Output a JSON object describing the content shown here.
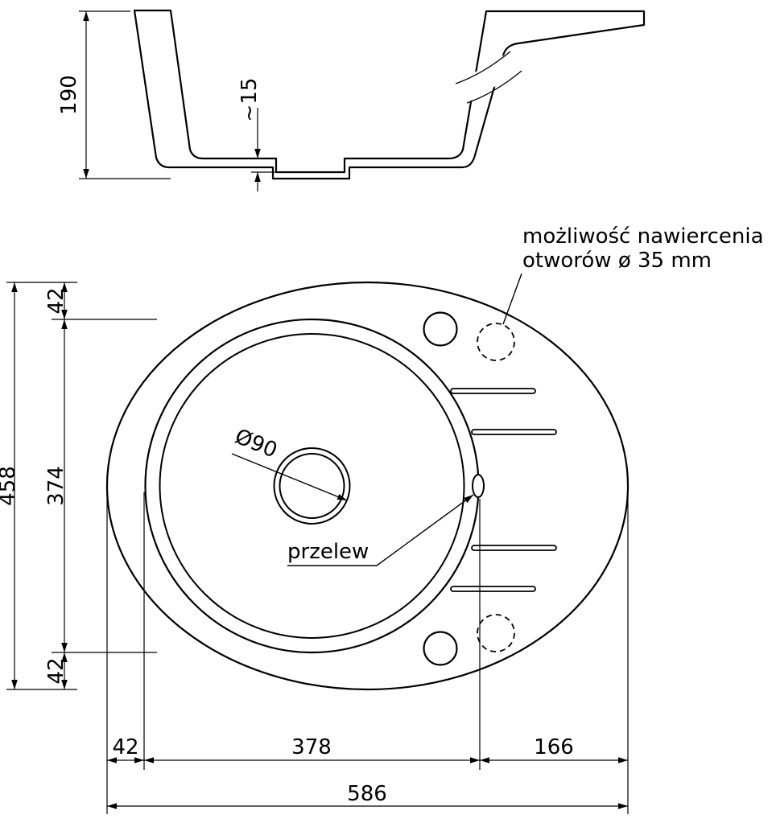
{
  "colors": {
    "line": "#000000",
    "background": "#ffffff"
  },
  "cross_section": {
    "depth_dim": "190",
    "recess_dim": "~15"
  },
  "top_view": {
    "drill_note_line1": "możliwość nawiercenia",
    "drill_note_line2": "otworów ø 35 mm",
    "drain_dim": "Ø90",
    "overflow_label": "przelew",
    "dims": {
      "height_total": "458",
      "height_top": "42",
      "height_bowl": "374",
      "height_bottom": "42",
      "width_left": "42",
      "width_bowl": "378",
      "width_right": "166",
      "width_total": "586"
    }
  }
}
